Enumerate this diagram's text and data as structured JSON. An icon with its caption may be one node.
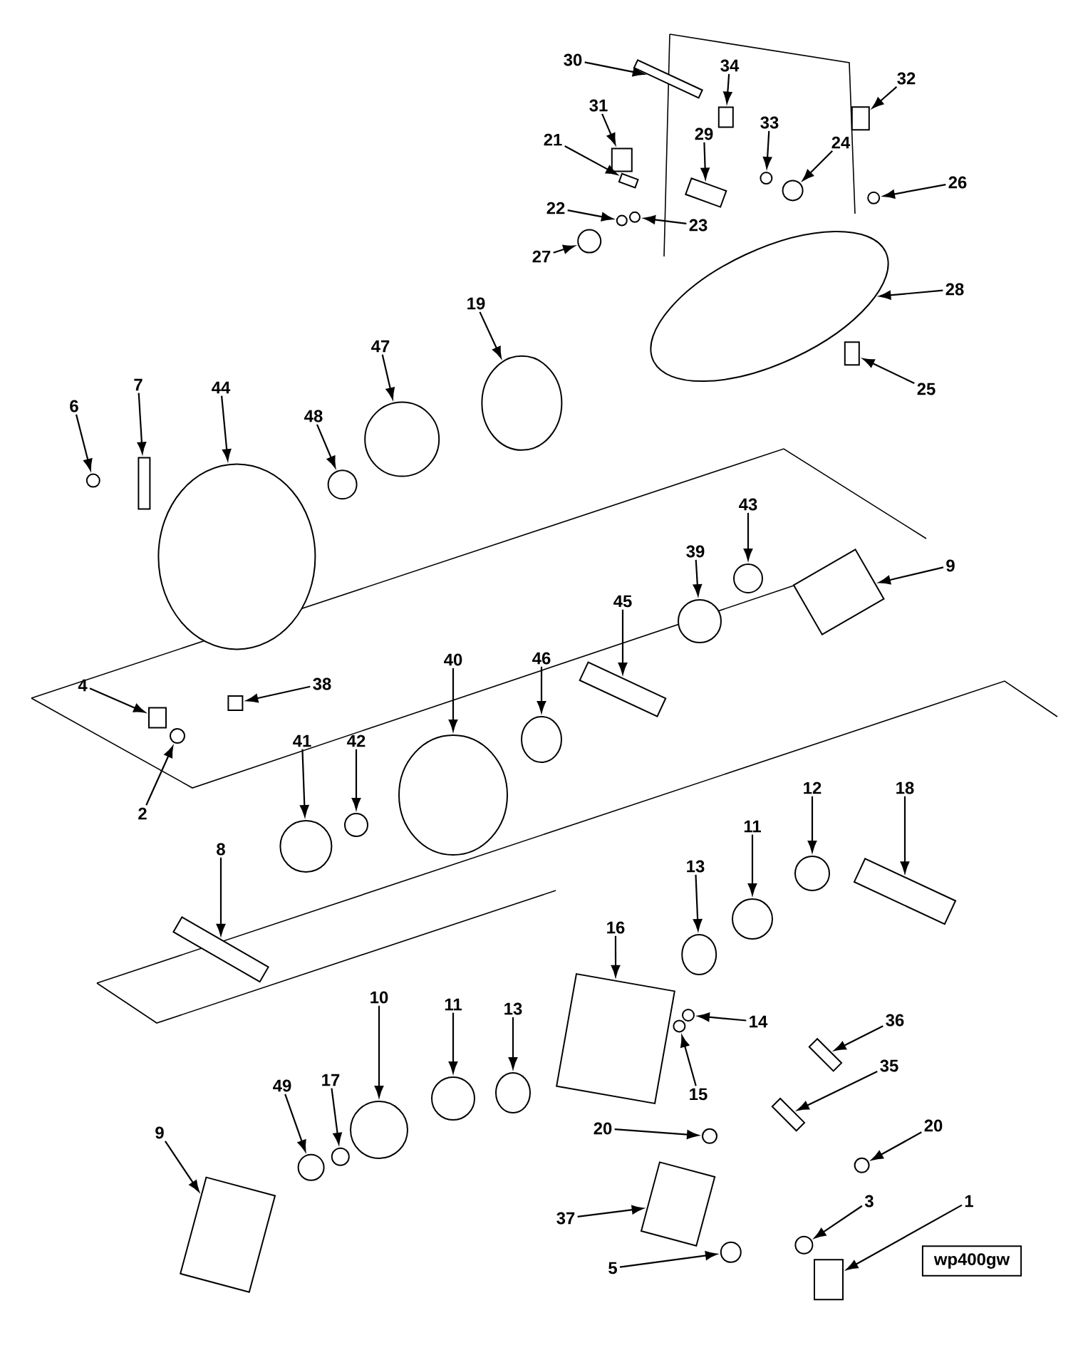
{
  "diagram": {
    "nodes": [
      {
        "text": [
          "30"
        ]
      },
      {
        "text": [
          "34"
        ]
      },
      {
        "text": [
          "32"
        ]
      },
      {
        "text": [
          "31"
        ]
      },
      {
        "text": [
          "29"
        ]
      },
      {
        "text": [
          "33"
        ]
      },
      {
        "text": [
          "24"
        ]
      },
      {
        "text": [
          "21"
        ]
      },
      {
        "text": [
          "26"
        ]
      },
      {
        "text": [
          "22"
        ]
      },
      {
        "text": [
          "23"
        ]
      },
      {
        "text": [
          "27"
        ]
      },
      {
        "text": [
          "28"
        ]
      },
      {
        "text": [
          "19"
        ]
      },
      {
        "text": [
          "25"
        ]
      },
      {
        "text": [
          "47"
        ]
      },
      {
        "text": [
          "6"
        ]
      },
      {
        "text": [
          "7"
        ]
      },
      {
        "text": [
          "44"
        ]
      },
      {
        "text": [
          "48"
        ]
      },
      {
        "text": [
          "9"
        ]
      },
      {
        "text": [
          "43"
        ]
      },
      {
        "text": [
          "39"
        ]
      },
      {
        "text": [
          "45"
        ]
      },
      {
        "text": [
          "46"
        ]
      },
      {
        "text": [
          "40"
        ]
      },
      {
        "text": [
          "38"
        ]
      },
      {
        "text": [
          "4"
        ]
      },
      {
        "text": [
          "2"
        ]
      },
      {
        "text": [
          "41"
        ]
      },
      {
        "text": [
          "42"
        ]
      },
      {
        "text": [
          "18"
        ]
      },
      {
        "text": [
          "12"
        ]
      },
      {
        "text": [
          "11"
        ]
      },
      {
        "text": [
          "8"
        ]
      },
      {
        "text": [
          "13"
        ]
      },
      {
        "text": [
          "16"
        ]
      },
      {
        "text": [
          "14"
        ]
      },
      {
        "text": [
          "15"
        ]
      },
      {
        "text": [
          "36"
        ]
      },
      {
        "text": [
          "35"
        ]
      },
      {
        "text": [
          "11"
        ]
      },
      {
        "text": [
          "13"
        ]
      },
      {
        "text": [
          "10"
        ]
      },
      {
        "text": [
          "17"
        ]
      },
      {
        "text": [
          "49"
        ]
      },
      {
        "text": [
          "9"
        ]
      },
      {
        "text": [
          "20"
        ]
      },
      {
        "text": [
          "20"
        ]
      },
      {
        "text": [
          "3"
        ]
      },
      {
        "text": [
          "1"
        ]
      },
      {
        "text": [
          "37"
        ]
      },
      {
        "text": [
          "5"
        ]
      },
      {
        "text": [],
        "shape": "box"
      },
      {
        "text": [],
        "shape": "box"
      },
      {
        "text": [],
        "shape": "box"
      },
      {
        "text": [],
        "shape": "box"
      },
      {
        "text": [],
        "shape": "box"
      },
      {
        "text": [],
        "shape": "circle"
      },
      {
        "text": [],
        "shape": "circle"
      },
      {
        "text": [],
        "shape": "box"
      },
      {
        "text": [],
        "shape": "circle"
      },
      {
        "text": [],
        "shape": "circle"
      },
      {
        "text": [],
        "shape": "circle"
      },
      {
        "text": [],
        "shape": "circle"
      },
      {
        "text": [],
        "shape": "circle"
      },
      {
        "text": [],
        "shape": "circle"
      },
      {
        "text": [],
        "shape": "box"
      },
      {
        "text": [],
        "shape": "circle"
      },
      {
        "text": [],
        "shape": "circle"
      },
      {
        "text": [],
        "shape": "box"
      },
      {
        "text": [],
        "shape": "circle"
      },
      {
        "text": [],
        "shape": "circle"
      },
      {
        "text": [],
        "shape": "box"
      },
      {
        "text": [],
        "shape": "circle"
      },
      {
        "text": [],
        "shape": "circle"
      },
      {
        "text": [],
        "shape": "box"
      },
      {
        "text": [],
        "shape": "circle"
      },
      {
        "text": [],
        "shape": "circle"
      },
      {
        "text": [],
        "shape": "box"
      },
      {
        "text": [],
        "shape": "box"
      },
      {
        "text": [],
        "shape": "circle"
      },
      {
        "text": [],
        "shape": "circle"
      },
      {
        "text": [],
        "shape": "circle"
      },
      {
        "text": [],
        "shape": "box"
      },
      {
        "text": [],
        "shape": "circle"
      },
      {
        "text": [],
        "shape": "circle"
      },
      {
        "text": [],
        "shape": "box"
      },
      {
        "text": [],
        "shape": "circle"
      },
      {
        "text": [],
        "shape": "box"
      },
      {
        "text": [],
        "shape": "circle"
      },
      {
        "text": [],
        "shape": "circle"
      },
      {
        "text": [],
        "shape": "box"
      },
      {
        "text": [],
        "shape": "box"
      },
      {
        "text": [],
        "shape": "circle"
      },
      {
        "text": [],
        "shape": "circle"
      },
      {
        "text": [],
        "shape": "circle"
      },
      {
        "text": [],
        "shape": "circle"
      },
      {
        "text": [],
        "shape": "circle"
      },
      {
        "text": [],
        "shape": "box"
      },
      {
        "text": [],
        "shape": "circle"
      },
      {
        "text": [],
        "shape": "circle"
      },
      {
        "text": [],
        "shape": "circle"
      },
      {
        "text": [],
        "shape": "box"
      },
      {
        "text": [],
        "shape": "box"
      },
      {
        "text": [],
        "shape": "circle"
      }
    ],
    "edges": [
      {
        "from": 0,
        "to": 53,
        "arrow": "to"
      },
      {
        "from": 1,
        "to": 54,
        "arrow": "to"
      },
      {
        "from": 2,
        "to": 55,
        "arrow": "to"
      },
      {
        "from": 3,
        "to": 56,
        "arrow": "to"
      },
      {
        "from": 4,
        "to": 57,
        "arrow": "to"
      },
      {
        "from": 5,
        "to": 58,
        "arrow": "to"
      },
      {
        "from": 6,
        "to": 59,
        "arrow": "to"
      },
      {
        "from": 7,
        "to": 60,
        "arrow": "to"
      },
      {
        "from": 8,
        "to": 61,
        "arrow": "to"
      },
      {
        "from": 9,
        "to": 62,
        "arrow": "to"
      },
      {
        "from": 10,
        "to": 63,
        "arrow": "to"
      },
      {
        "from": 11,
        "to": 64,
        "arrow": "to"
      },
      {
        "from": 12,
        "to": 65,
        "arrow": "to"
      },
      {
        "from": 13,
        "to": 66,
        "arrow": "to"
      },
      {
        "from": 14,
        "to": 67,
        "arrow": "to"
      },
      {
        "from": 15,
        "to": 68,
        "arrow": "to"
      },
      {
        "from": 16,
        "to": 69,
        "arrow": "to"
      },
      {
        "from": 17,
        "to": 70,
        "arrow": "to"
      },
      {
        "from": 18,
        "to": 71,
        "arrow": "to"
      },
      {
        "from": 19,
        "to": 72,
        "arrow": "to"
      },
      {
        "from": 20,
        "to": 73,
        "arrow": "to"
      },
      {
        "from": 21,
        "to": 74,
        "arrow": "to"
      },
      {
        "from": 22,
        "to": 75,
        "arrow": "to"
      },
      {
        "from": 23,
        "to": 76,
        "arrow": "to"
      },
      {
        "from": 24,
        "to": 77,
        "arrow": "to"
      },
      {
        "from": 25,
        "to": 78,
        "arrow": "to"
      },
      {
        "from": 26,
        "to": 79,
        "arrow": "to"
      },
      {
        "from": 27,
        "to": 80,
        "arrow": "to"
      },
      {
        "from": 28,
        "to": 81,
        "arrow": "to"
      },
      {
        "from": 29,
        "to": 82,
        "arrow": "to"
      },
      {
        "from": 30,
        "to": 83,
        "arrow": "to"
      },
      {
        "from": 31,
        "to": 84,
        "arrow": "to"
      },
      {
        "from": 32,
        "to": 85,
        "arrow": "to"
      },
      {
        "from": 33,
        "to": 86,
        "arrow": "to"
      },
      {
        "from": 34,
        "to": 87,
        "arrow": "to"
      },
      {
        "from": 35,
        "to": 88,
        "arrow": "to"
      },
      {
        "from": 36,
        "to": 89,
        "arrow": "to"
      },
      {
        "from": 37,
        "to": 90,
        "arrow": "to"
      },
      {
        "from": 38,
        "to": 91,
        "arrow": "to"
      },
      {
        "from": 39,
        "to": 92,
        "arrow": "to"
      },
      {
        "from": 40,
        "to": 93,
        "arrow": "to"
      },
      {
        "from": 41,
        "to": 94,
        "arrow": "to"
      },
      {
        "from": 42,
        "to": 95,
        "arrow": "to"
      },
      {
        "from": 43,
        "to": 96,
        "arrow": "to"
      },
      {
        "from": 44,
        "to": 97,
        "arrow": "to"
      },
      {
        "from": 45,
        "to": 98,
        "arrow": "to"
      },
      {
        "from": 46,
        "to": 99,
        "arrow": "to"
      },
      {
        "from": 47,
        "to": 100,
        "arrow": "to"
      },
      {
        "from": 48,
        "to": 101,
        "arrow": "to"
      },
      {
        "from": 49,
        "to": 102,
        "arrow": "to"
      },
      {
        "from": 50,
        "to": 103,
        "arrow": "to"
      },
      {
        "from": 51,
        "to": 104,
        "arrow": "to"
      },
      {
        "from": 52,
        "to": 105,
        "arrow": "to"
      }
    ],
    "labels": [
      "wp400gw"
    ]
  }
}
